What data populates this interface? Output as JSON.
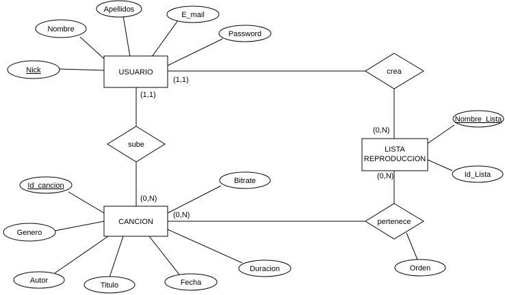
{
  "entities": {
    "usuario": "USUARIO",
    "cancion": "CANCION",
    "lista_line1": "LISTA",
    "lista_line2": "REPRODUCCION"
  },
  "relationships": {
    "crea": "crea",
    "sube": "sube",
    "pertenece": "pertenece"
  },
  "attributes": {
    "apellidos": "Apellidos",
    "nombre": "Nombre",
    "email": "E_mail",
    "password": "Password",
    "nick": "Nick",
    "nombre_lista": "Nombre_Lista",
    "id_lista": "Id_Lista",
    "bitrate": "Bitrate",
    "id_cancion": "Id_cancion",
    "genero": "Genero",
    "autor": "Autor",
    "titulo": "Titulo",
    "fecha": "Fecha",
    "duracion": "Duracion",
    "orden": "Orden"
  },
  "cardinalities": {
    "usuario_crea": "(1,1)",
    "usuario_sube": "(1,1)",
    "lista_crea": "(0,N)",
    "lista_pertenece": "(0,N)",
    "cancion_sube": "(0,N)",
    "cancion_pertenece": "(0,N)"
  }
}
